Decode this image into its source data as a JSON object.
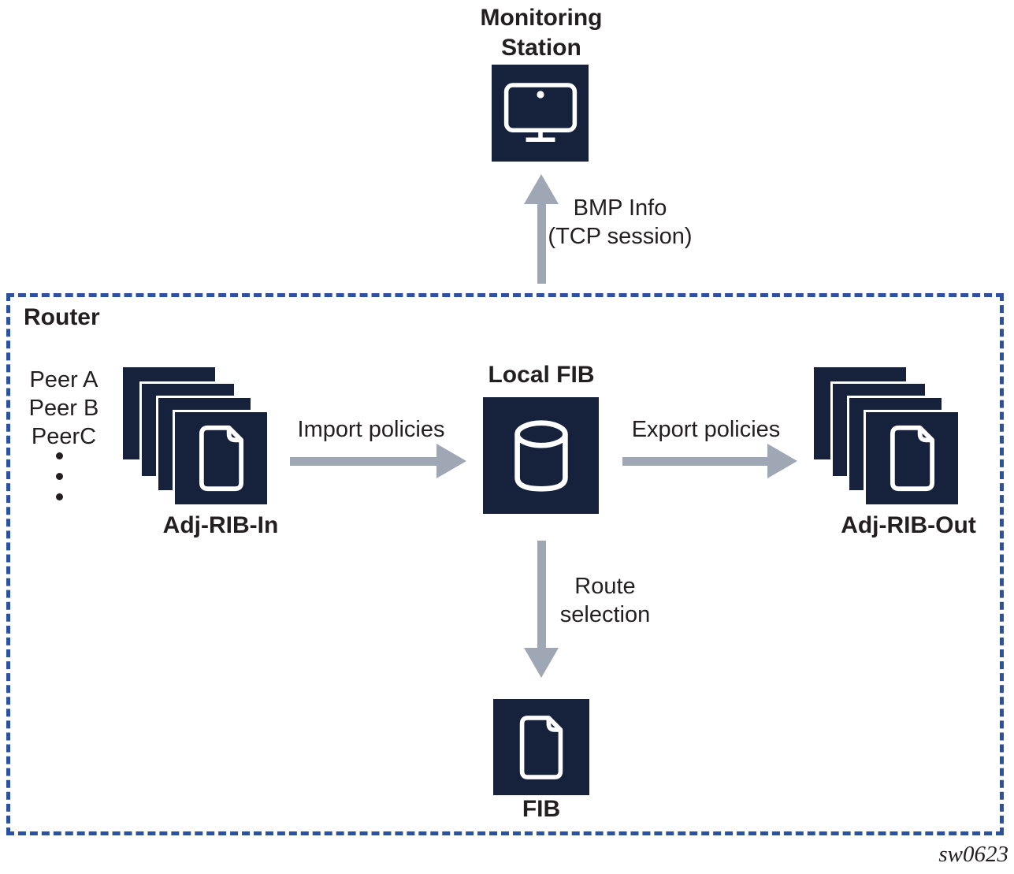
{
  "monitoring_station": {
    "title_line1": "Monitoring",
    "title_line2": "Station"
  },
  "bmp_link": {
    "line1": "BMP Info",
    "line2": "(TCP session)"
  },
  "router": {
    "title": "Router",
    "peers": [
      "Peer A",
      "Peer B",
      "PeerC"
    ],
    "labels": {
      "adj_rib_in": "Adj-RIB-In",
      "local_fib": "Local FIB",
      "adj_rib_out": "Adj-RIB-Out",
      "fib": "FIB",
      "import_policies": "Import policies",
      "export_policies": "Export policies",
      "route_selection_line1": "Route",
      "route_selection_line2": "selection"
    }
  },
  "figure_code": "sw0623",
  "icons": {
    "monitor": "monitor-icon",
    "document": "document-icon",
    "database": "database-icon",
    "ellipsis": "vertical-ellipsis-dots"
  },
  "colors": {
    "node_navy": "#16213B",
    "arrow_gray": "#9EA7B3",
    "router_border_blue": "#2B51A2",
    "text": "#231F20",
    "icon_stroke": "#FFFFFF",
    "background": "#FFFFFF"
  }
}
